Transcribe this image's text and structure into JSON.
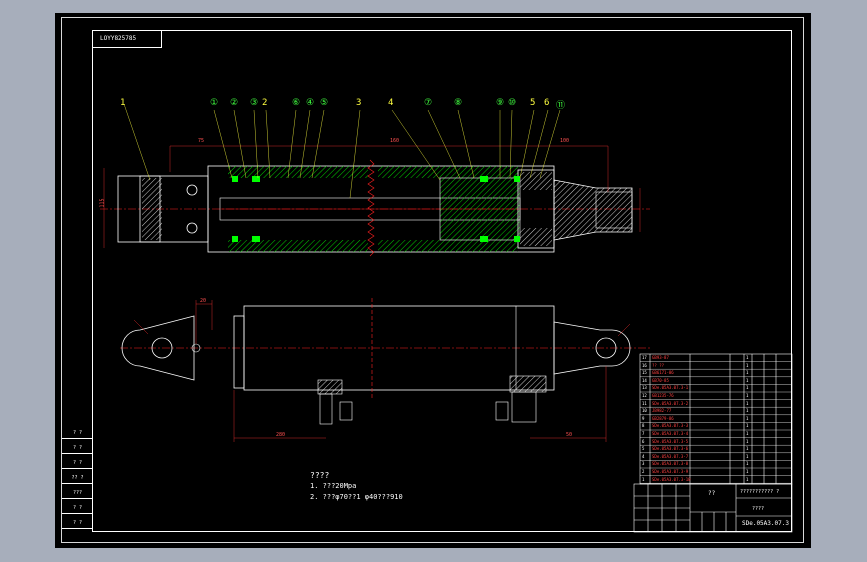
{
  "drawing": {
    "code_box": "LOYY825785",
    "part_numbers": [
      "1",
      "①",
      "②",
      "③",
      "2",
      "⑥",
      "④",
      "⑤",
      "3",
      "4",
      "⑦",
      "⑧",
      "⑨",
      "⑩",
      "5",
      "6",
      "⑪"
    ],
    "dims": {
      "d1": "75",
      "d2": "160",
      "d3": "100",
      "d4": "115",
      "d5": "280",
      "d6": "50",
      "d7": "20"
    }
  },
  "notes": {
    "title": "????",
    "line1": "1. ???20Mpa",
    "line2": "2. ???φ70??1 φ40???910"
  },
  "left_strip": [
    "? ?",
    "? ?",
    "? ?",
    "?? ?",
    "???",
    "? ?",
    "? ?"
  ],
  "title_block": {
    "drawing_no": "SDe.05A3.07.3",
    "part_name": "??",
    "company": "??????????? ?",
    "scale_label": "????"
  },
  "bom_rows": [
    {
      "no": "17",
      "name": "GB93-87",
      "qty": "1"
    },
    {
      "no": "16",
      "name": "?? ??",
      "qty": "1"
    },
    {
      "no": "15",
      "name": "GB6171-86",
      "qty": "1"
    },
    {
      "no": "14",
      "name": "GB70-85",
      "qty": "1"
    },
    {
      "no": "13",
      "name": "SDe.05A3.07.3-1",
      "qty": "1"
    },
    {
      "no": "12",
      "name": "GB1235-76",
      "qty": "1"
    },
    {
      "no": "11",
      "name": "SDe.05A3.07.3-2",
      "qty": "1"
    },
    {
      "no": "10",
      "name": "JB982-77",
      "qty": "1"
    },
    {
      "no": "9",
      "name": "GB2879-86",
      "qty": "1"
    },
    {
      "no": "8",
      "name": "SDe.05A3.07.3-3",
      "qty": "1"
    },
    {
      "no": "7",
      "name": "SDe.05A3.07.3-4",
      "qty": "1"
    },
    {
      "no": "6",
      "name": "SDe.05A3.07.3-5",
      "qty": "1"
    },
    {
      "no": "5",
      "name": "SDe.05A3.07.3-6",
      "qty": "1"
    },
    {
      "no": "4",
      "name": "SDe.05A3.07.3-7",
      "qty": "1"
    },
    {
      "no": "3",
      "name": "SDe.05A3.07.3-8",
      "qty": "1"
    },
    {
      "no": "2",
      "name": "SDe.05A3.07.3-9",
      "qty": "1"
    },
    {
      "no": "1",
      "name": "SDe.05A3.07.3-10",
      "qty": "1"
    }
  ],
  "colors": {
    "outline": "#ffffff",
    "hatch": "#00d000",
    "seal": "#00ff00",
    "centerline": "#ff2020",
    "leader": "#ffff40",
    "dim": "#ff3030",
    "part": "#ffffff"
  }
}
